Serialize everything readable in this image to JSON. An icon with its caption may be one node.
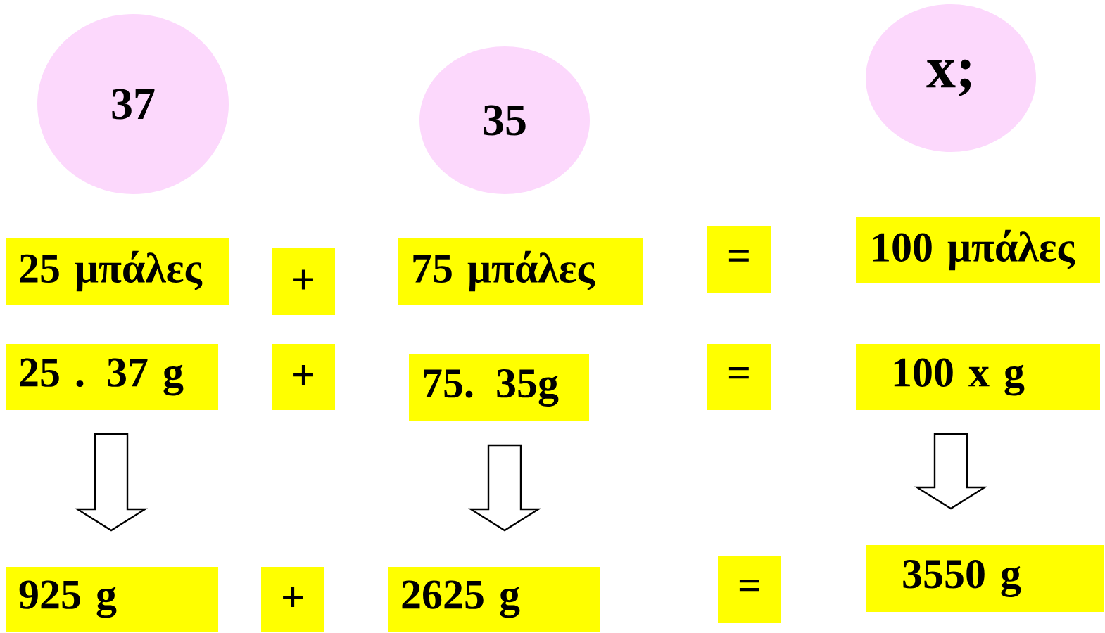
{
  "diagram": {
    "nodes": [
      {
        "text": [
          "37"
        ]
      },
      {
        "text": [
          "35"
        ]
      },
      {
        "text": [
          "x;"
        ]
      },
      {
        "text": [
          "25 μπάλες"
        ]
      },
      {
        "text": [
          "+"
        ]
      },
      {
        "text": [
          "75 μπάλες"
        ]
      },
      {
        "text": [
          "="
        ]
      },
      {
        "text": [
          "100 μπάλες"
        ]
      },
      {
        "text": [
          "25 . 37 g"
        ]
      },
      {
        "text": [
          "+"
        ]
      },
      {
        "text": [
          "75. 35g"
        ]
      },
      {
        "text": [
          "="
        ]
      },
      {
        "text": [
          "100 x g"
        ]
      },
      {
        "text": [
          "925 g"
        ]
      },
      {
        "text": [
          "+"
        ]
      },
      {
        "text": [
          "2625 g"
        ]
      },
      {
        "text": [
          "="
        ]
      },
      {
        "text": [
          "3550 g"
        ]
      }
    ],
    "edges": [
      {
        "from": 8,
        "to": 13,
        "arrow": "to"
      },
      {
        "from": 10,
        "to": 15,
        "arrow": "to"
      },
      {
        "from": 12,
        "to": 17,
        "arrow": "to"
      }
    ]
  }
}
